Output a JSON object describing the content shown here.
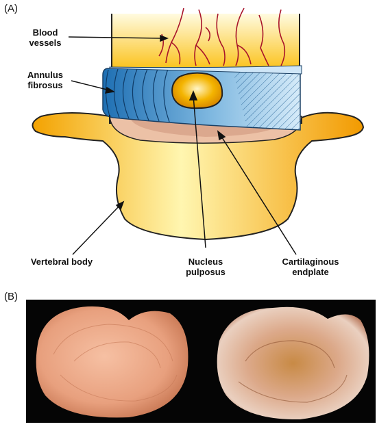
{
  "panels": {
    "a": "(A)",
    "b": "(B)"
  },
  "labels": {
    "blood_vessels": [
      "Blood",
      "vessels"
    ],
    "annulus_fibrosus": [
      "Annulus",
      "fibrosus"
    ],
    "vertebral_body": [
      "Vertebral body"
    ],
    "nucleus_pulposus": [
      "Nucleus",
      "pulposus"
    ],
    "cartilaginous_endplate": [
      "Cartilaginous",
      "endplate"
    ]
  },
  "colors": {
    "vertebra_orange": "#f5a800",
    "vertebra_light": "#fff4a8",
    "annulus_blue": "#2a7fc0",
    "annulus_light": "#cfe6f7",
    "nucleus": "#e39a00",
    "endplate": "#e8b79a",
    "vessel_red": "#a8132a",
    "photo_bg": "#050505",
    "disc_left": "#e9a585",
    "disc_right": "#d79a72"
  }
}
